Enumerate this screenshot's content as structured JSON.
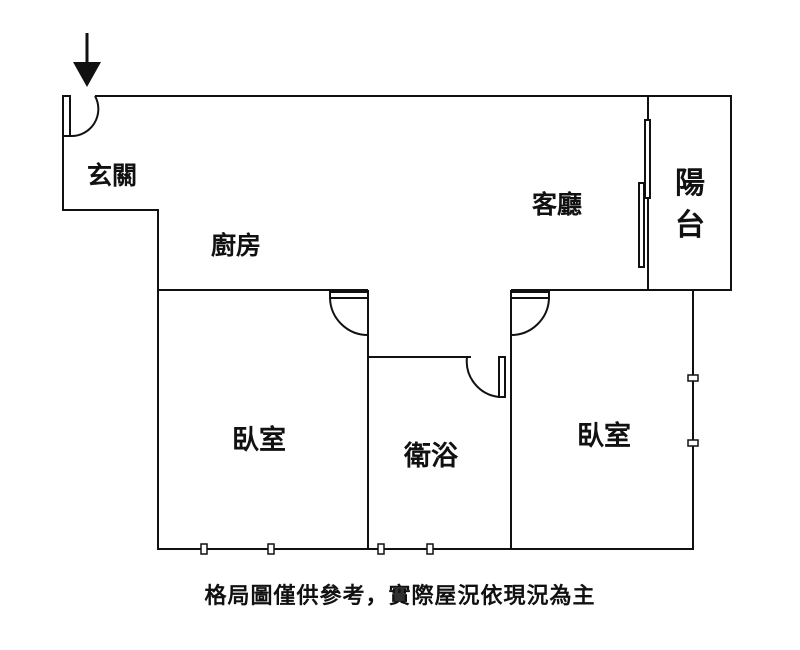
{
  "rooms": {
    "entrance": "玄關",
    "kitchen": "廚房",
    "living_room": "客廳",
    "balcony_line1": "陽",
    "balcony_line2": "台",
    "bedroom_left": "臥室",
    "bathroom": "衛浴",
    "bedroom_right": "臥室"
  },
  "disclaimer": "格局圖僅供參考，實際屋況依現況為主",
  "icons": {
    "entry": "arrow-down-icon"
  },
  "colors": {
    "wall": "#111111",
    "background": "#ffffff"
  }
}
